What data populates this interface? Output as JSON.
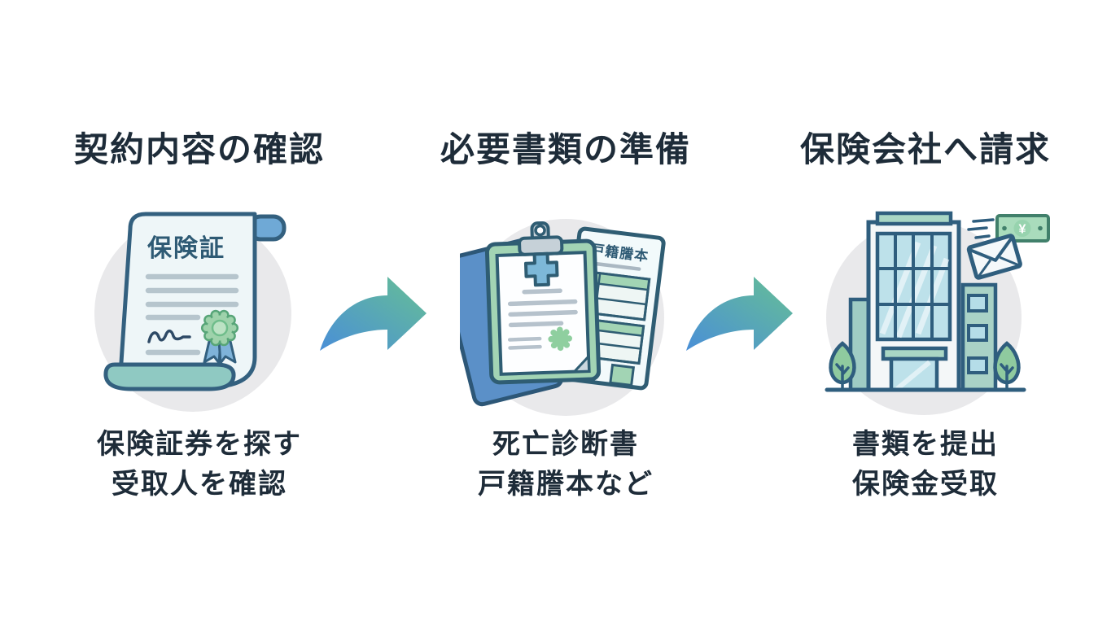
{
  "diagram": {
    "description": "insurance-claim-three-step-flow",
    "palette": {
      "text": "#1e2c39",
      "outline_navy": "#33607f",
      "circle_bg": "#e9e9eb",
      "paper": "#eef6f8",
      "blue": "#6fa9d6",
      "teal": "#8fc9c2",
      "green": "#a2d4b4",
      "arrow_blue": "#4a8fd7",
      "arrow_green": "#66bf95"
    },
    "steps": [
      {
        "title": "契約内容の確認",
        "icon": "insurance-policy-scroll",
        "icon_text": "保険証",
        "caption": [
          "保険証券を探す",
          "受取人を確認"
        ]
      },
      {
        "title": "必要書類の準備",
        "icon": "documents-clipboard",
        "icon_text": "戸籍謄本",
        "caption": [
          "死亡診断書",
          "戸籍謄本など"
        ]
      },
      {
        "title": "保険会社へ請求",
        "icon": "insurance-company-building",
        "icon_text": "¥",
        "caption": [
          "書類を提出",
          "保険金受取"
        ]
      }
    ]
  }
}
